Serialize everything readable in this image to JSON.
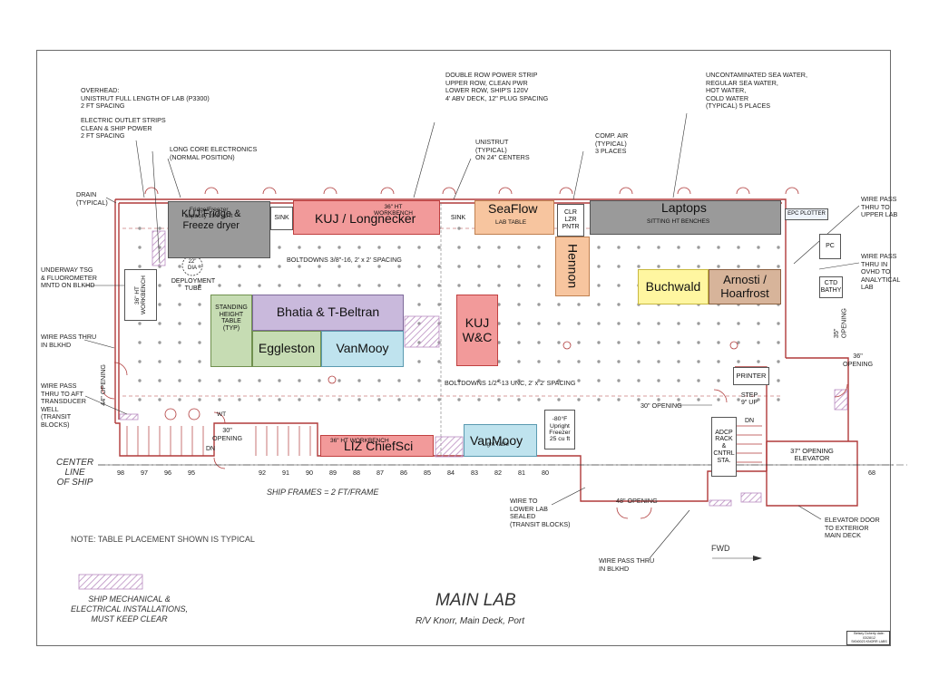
{
  "colors": {
    "wall": "#b03a3a",
    "dot": "#9a9a9a",
    "gray_zone": "#9a9a9a",
    "red_zone": "#f29a9a",
    "orange_zone": "#f7c59f",
    "purple_zone": "#c9b9dc",
    "green_zone": "#c6dcb3",
    "blue_zone": "#bfe3ee",
    "yellow_zone": "#fff6a0",
    "tan_zone": "#d7b49a",
    "hatch": "#b98cc0"
  },
  "title": {
    "main": "MAIN LAB",
    "sub": "R/V Knorr, Main Deck, Port",
    "note": "NOTE:   TABLE PLACEMENT SHOWN IS TYPICAL",
    "frames": "SHIP FRAMES = 2 FT/FRAME",
    "centerline": "CENTER\nLINE\nOF SHIP",
    "fwd": "FWD",
    "credit": "Betsey Doherty date: 03/28/12\nSKN0023 KNORR LABS"
  },
  "legend": {
    "text": "SHIP MECHANICAL &\nELECTRICAL INSTALLATIONS,\nMUST KEEP CLEAR"
  },
  "zones": {
    "kuj_fridge": "KUJ Fridge &\nFreeze dryer",
    "kuj_fridge_under": "Fridge/Freezer\ncapacity 19.9 cu ft",
    "kuj_longnecker": "KUJ / Longnecker",
    "longnecker_under": "36\" HT\nWORKBENCH",
    "seaflow": "SeaFlow",
    "seaflow_under": "LAB TABLE",
    "laptops": "Laptops",
    "laptops_under": "SITTING HT BENCHES",
    "hennon": "Hennon",
    "buchwald": "Buchwald",
    "arnosti": "Arnosti /\nHoarfrost",
    "bhatia": "Bhatia & T-Beltran",
    "eggleston": "Eggleston",
    "vanmooy_center": "VanMooy",
    "kuj_wc": "KUJ\nW&C",
    "liz": "LIZ ChiefSci",
    "liz_under": "36\" HT WORKBENCH",
    "vanmooy_bottom": "VanMooy",
    "vanmooy_under": "Light Table",
    "standing": "STANDING\nHEIGHT\nTABLE\n(TYP)"
  },
  "fixtures": {
    "sink1": "SINK",
    "sink2": "SINK",
    "clr": "CLR\nLZR\nPNTR",
    "epc": "EPC PLOTTER",
    "pc": "PC",
    "ctd": "CTD\nBATHY",
    "workbench_side": "36\" HT\nWORKBENCH",
    "deployment": "DEPLOYMENT\nTUBE",
    "dia": "22\"\nDIA",
    "printer": "PRINTER",
    "step": "STEP\n9\" UP",
    "dn1": "DN",
    "dn2": "DN",
    "adcp": "ADCP\nRACK\n&\nCNTRL\nSTA.",
    "freezer": "-80°F\nUpright\nFreezer\n25 cu ft",
    "elevator": "37\" OPENING\nELEVATOR",
    "wt": "WT"
  },
  "annotations": {
    "overhead": "OVERHEAD:\nUNISTRUT FULL LENGTH OF LAB (P3300)\n2 FT SPACING",
    "outlet": "ELECTRIC OUTLET STRIPS\nCLEAN & SHIP POWER\n2 FT SPACING",
    "longcore": "LONG CORE ELECTRONICS\n(NORMAL POSITION)",
    "drain": "DRAIN\n(TYPICAL)",
    "underway": "UNDERWAY TSG\n& FLUOROMETER\nMNTD ON BLKHD",
    "wire_blkhd": "WIRE PASS THRU\nIN BLKHD",
    "wire_aft": "WIRE PASS\nTHRU TO AFT\nTRANSDUCER\nWELL\n(TRANSIT\nBLOCKS)",
    "double_row": "DOUBLE ROW POWER STRIP\nUPPER ROW, CLEAN PWR\nLOWER ROW, SHIP'S 120V\n4' ABV DECK, 12\" PLUG SPACING",
    "unistrut": "UNISTRUT\n(TYPICAL)\nON 24\" CENTERS",
    "comp_air": "COMP. AIR\n(TYPICAL)\n3 PLACES",
    "seawater": "UNCONTAMINATED SEA WATER,\nREGULAR SEA WATER,\nHOT WATER,\nCOLD WATER\n(TYPICAL) 5 PLACES",
    "wire_upper": "WIRE PASS\nTHRU TO\nUPPER LAB",
    "wire_ovhd": "WIRE PASS\nTHRU IN\nOVHD TO\nANALYTICAL\nLAB",
    "boltdowns1": "BOLTDOWNS 3/8\"-16, 2' x 2' SPACING",
    "boltdowns2": "BOLTDOWNS 1/2\"-13 UNC, 2' x 2' SPACING",
    "opening_44": "44\" OPENING",
    "opening_30a": "30\"\nOPENING",
    "opening_30b": "30\" OPENING",
    "opening_35": "35\"\nOPENING",
    "opening_36": "36\"\nOPENING",
    "opening_48": "48\" OPENING",
    "wire_lower": "WIRE TO\nLOWER LAB\nSEALED\n(TRANSIT BLOCKS)",
    "wire_blkhd2": "WIRE PASS THRU\nIN BLKHD",
    "elevator_door": "ELEVATOR DOOR\nTO EXTERIOR\nMAIN DECK"
  },
  "frame_numbers": [
    "98",
    "97",
    "96",
    "95",
    "92",
    "91",
    "90",
    "89",
    "88",
    "87",
    "86",
    "85",
    "84",
    "83",
    "82",
    "81",
    "80",
    "68"
  ]
}
